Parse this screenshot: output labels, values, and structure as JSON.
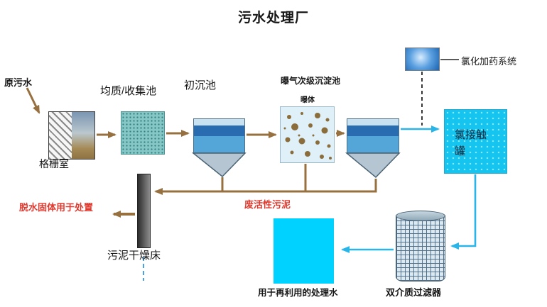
{
  "title": "污水处理厂",
  "nodes": {
    "raw_sewage": {
      "label": "原污水"
    },
    "grid_room": {
      "label": "格栅室"
    },
    "collection_tank": {
      "label": "均质/收集池"
    },
    "primary_tank": {
      "label": "初沉池"
    },
    "aeration_tank": {
      "label": "曝气次级沉淀池",
      "sublabel": "曝体"
    },
    "chlorination_system": {
      "label": "氯化加药系统"
    },
    "chlorine_contact_tank": {
      "label": "氯接触罐"
    },
    "sludge_drying_bed": {
      "label": "污泥干燥床"
    },
    "dual_media_filter": {
      "label": "双介质过滤器"
    },
    "treated_water": {
      "label": "用于再利用的处理水"
    }
  },
  "annotations": {
    "dewatered_solids": "脱水固体用于处置",
    "waste_activated_sludge": "废活性污泥"
  },
  "colors": {
    "arrow_brown": "#97703f",
    "water_cyan": "#2ab5e9",
    "cyan_fill": "#00d2ff",
    "band_dark_blue": "#2a6cb0",
    "tank_blue": "#55a6d8",
    "teal_fill": "#85c7c7",
    "red_text": "#e03a2f",
    "bubble_brown": "#8a6d3b",
    "bar_gray": "#5a5a5a"
  }
}
